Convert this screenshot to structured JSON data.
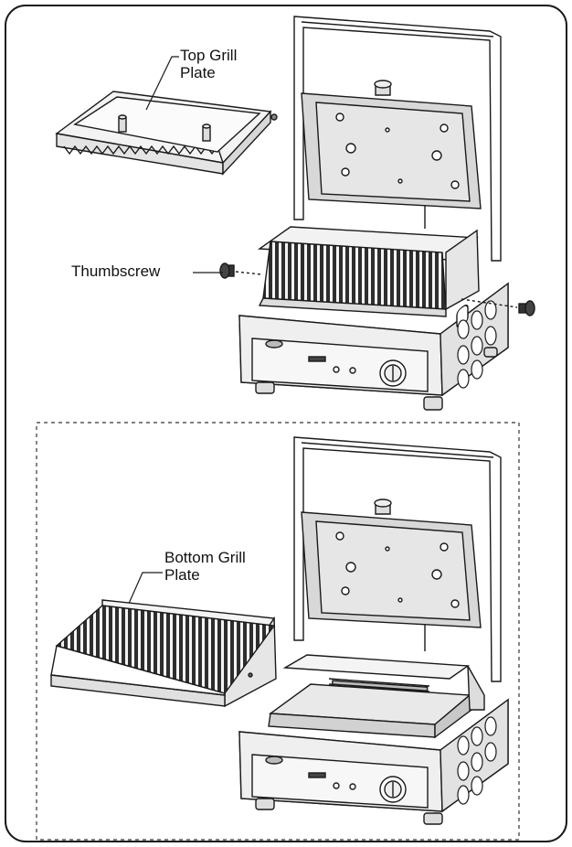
{
  "labels": {
    "top_grill_plate": [
      "Top Grill",
      "Plate"
    ],
    "thumbscrew": "Thumbscrew",
    "bottom_grill_plate": [
      "Bottom Grill",
      "Plate"
    ]
  },
  "colors": {
    "line": "#1a1a1a",
    "panel_fill": "#c9c9c9",
    "grill_dark": "#3a3a3a",
    "metal_light": "#ececec"
  }
}
